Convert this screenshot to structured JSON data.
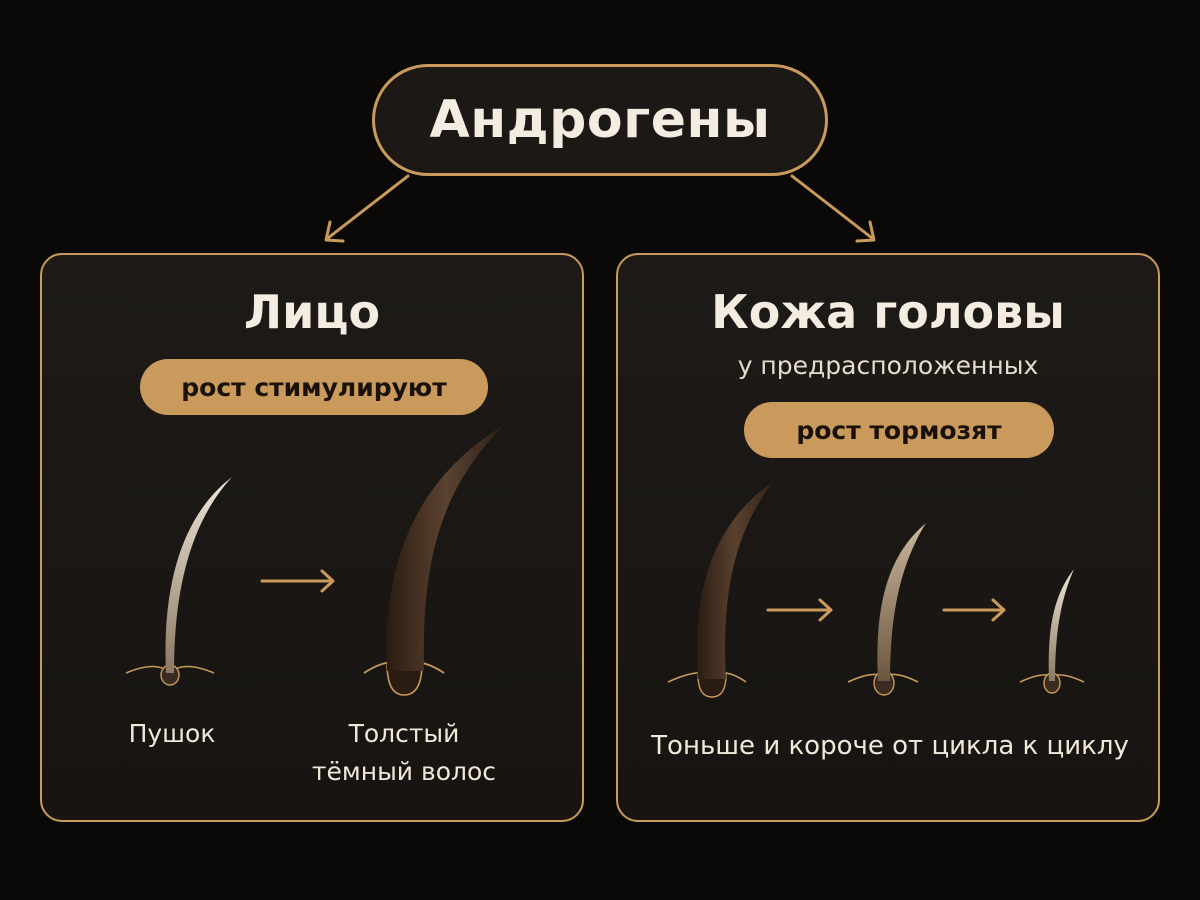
{
  "root": {
    "label": "Андрогены"
  },
  "face": {
    "title": "Лицо",
    "badge": "рост стимулируют",
    "caption_left": "Пушок",
    "caption_right_line1": "Толстый",
    "caption_right_line2": "тёмный волос"
  },
  "scalp": {
    "title": "Кожа головы",
    "subtitle": "у предрасположенных",
    "badge": "рост тормозят",
    "caption": "Тоньше и короче от цикла к циклу"
  },
  "colors": {
    "accent": "#c99a5b",
    "background": "#0b0908",
    "panel": "#1b1816",
    "text": "#f4ece0"
  }
}
